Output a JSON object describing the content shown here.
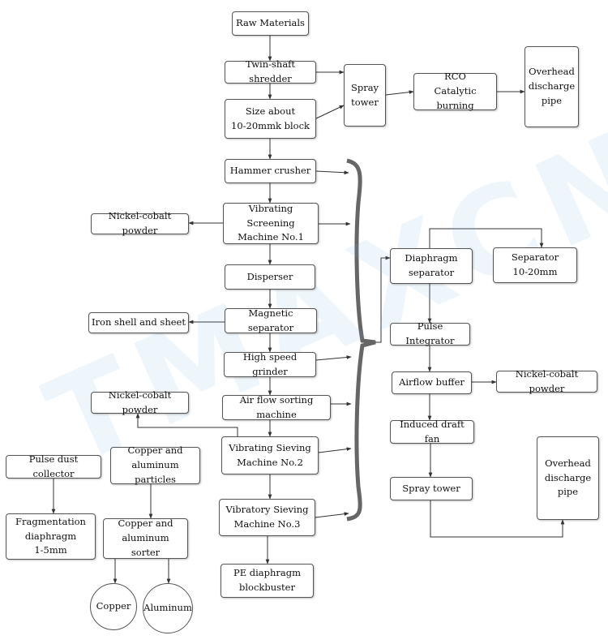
{
  "watermark": "TMAXCN",
  "nodes": {
    "raw_materials": "Raw Materials",
    "twin_shaft_shredder": "Twin-shaft shredder",
    "size_block": "Size about\n10-20mmk block",
    "spray_tower_top": "Spray\ntower",
    "rco": "RCO\nCatalytic burning",
    "overhead_pipe_top": "Overhead\ndischarge\npipe",
    "hammer_crusher": "Hammer crusher",
    "vibrating_screening_1": "Vibrating Screening\nMachine No.1",
    "nickel_cobalt_1": "Nickel-cobalt powder",
    "disperser": "Disperser",
    "magnetic_separator": "Magnetic separator",
    "iron_shell": "Iron shell and sheet",
    "high_speed_grinder": "High speed grinder",
    "air_flow_sorting": "Air flow sorting machine",
    "nickel_cobalt_2": "Nickel-cobalt powder",
    "vibrating_sieving_2": "Vibrating Sieving\nMachine No.2",
    "vibratory_sieving_3": "Vibratory Sieving\nMachine No.3",
    "pe_diaphragm": "PE diaphragm\nblockbuster",
    "pulse_dust_collector": "Pulse dust collector",
    "fragmentation": "Fragmentation\ndiaphragm\n1-5mm",
    "cu_al_particles": "Copper and\naluminum particles",
    "cu_al_sorter": "Copper and\naluminum sorter",
    "copper": "Copper",
    "aluminum": "Aluminum",
    "diaphragm_separator": "Diaphragm\nseparator",
    "separator": "Separator\n10-20mm",
    "pulse_integrator": "Pulse Integrator",
    "airflow_buffer": "Airflow buffer",
    "nickel_cobalt_3": "Nickel-cobalt powder",
    "induced_draft_fan": "Induced draft fan",
    "spray_tower_right": "Spray tower",
    "overhead_pipe_right": "Overhead\ndischarge\npipe"
  }
}
